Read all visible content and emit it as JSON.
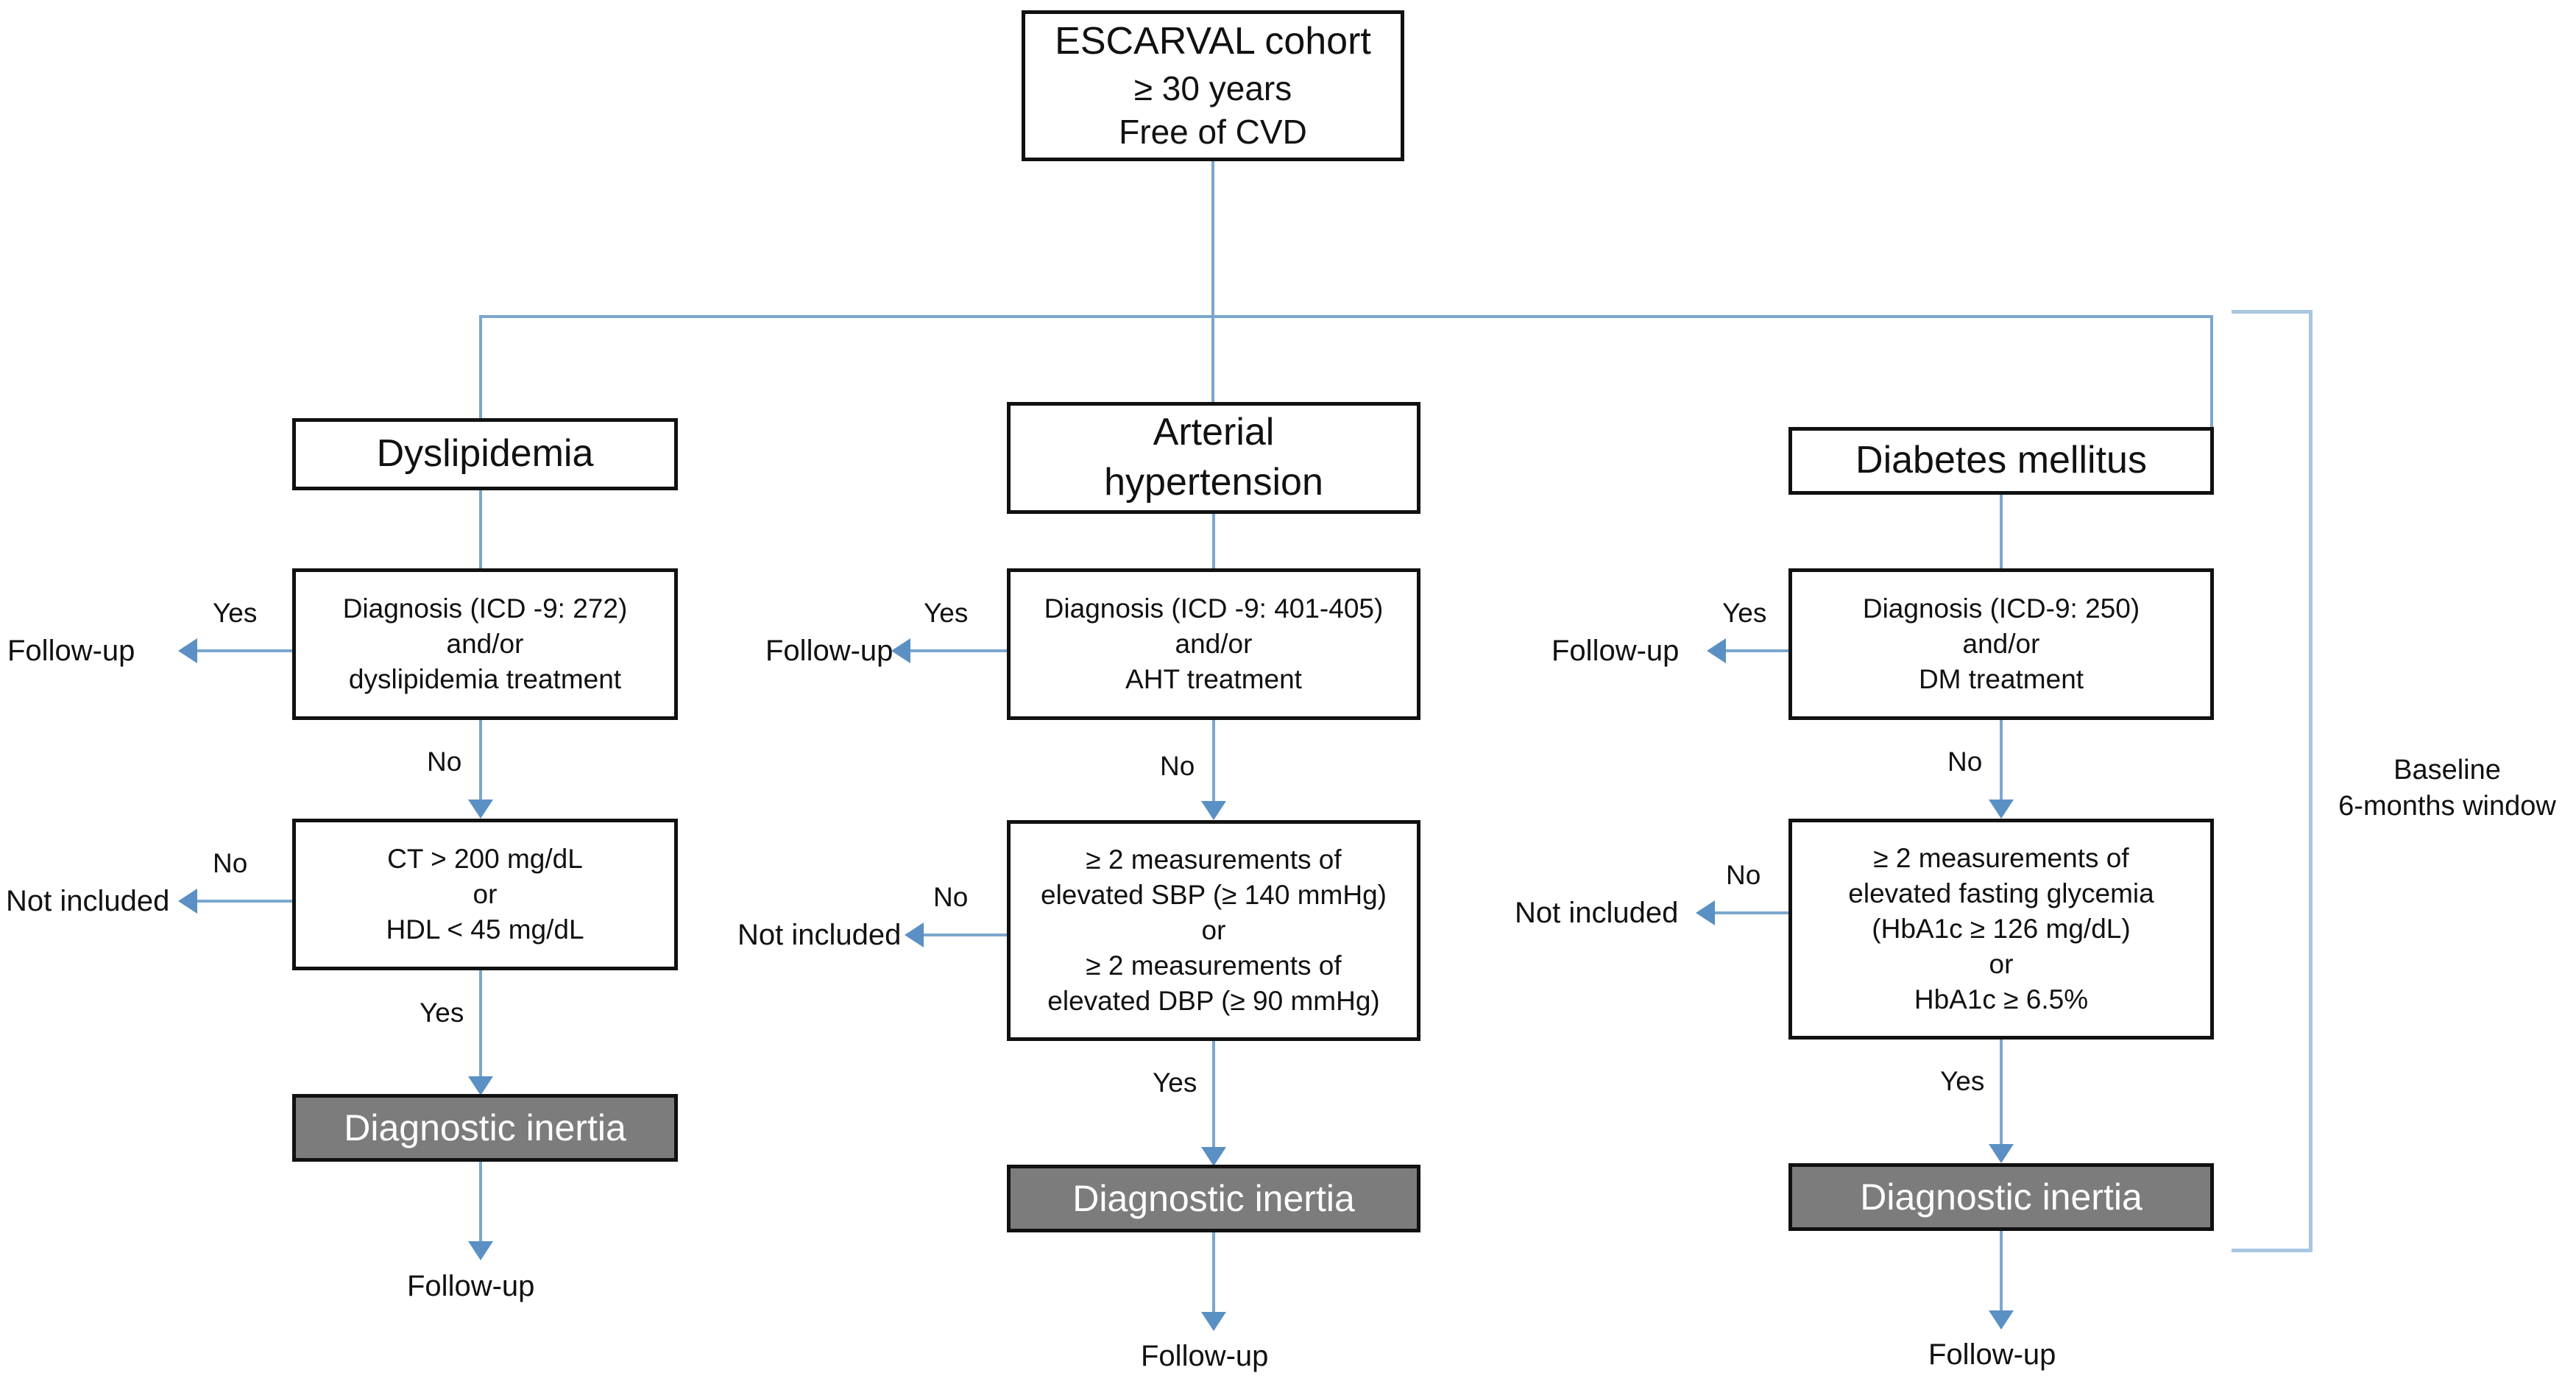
{
  "figure": {
    "type": "flowchart",
    "title": "ESCARVAL cohort diagnostic-inertia algorithm"
  },
  "root": {
    "title": "ESCARVAL cohort",
    "line2": "≥ 30 years",
    "line3": "Free of CVD"
  },
  "columns": [
    {
      "id": "dyslipidemia",
      "title": "Dyslipidemia",
      "diagnosis": {
        "line1": "Diagnosis (ICD -9: 272)",
        "line2": "and/or",
        "line3": "dyslipidemia treatment",
        "yes_label": "Yes",
        "yes_target": "Follow-up",
        "no_label": "No"
      },
      "criteria": {
        "line1": "CT > 200 mg/dL",
        "line2": "or",
        "line3": "HDL < 45 mg/dL",
        "no_label": "No",
        "no_target": "Not included",
        "yes_label": "Yes"
      },
      "outcome": "Diagnostic inertia",
      "outcome_target": "Follow-up"
    },
    {
      "id": "arterial-hypertension",
      "title_line1": "Arterial",
      "title_line2": "hypertension",
      "diagnosis": {
        "line1": "Diagnosis (ICD -9: 401-405)",
        "line2": "and/or",
        "line3": "AHT treatment",
        "yes_label": "Yes",
        "yes_target": "Follow-up",
        "no_label": "No"
      },
      "criteria": {
        "line1": "≥ 2 measurements of",
        "line2": "elevated SBP (≥ 140 mmHg)",
        "line3": "or",
        "line4": "≥ 2 measurements of",
        "line5": "elevated DBP (≥ 90 mmHg)",
        "no_label": "No",
        "no_target": "Not included",
        "yes_label": "Yes"
      },
      "outcome": "Diagnostic inertia",
      "outcome_target": "Follow-up"
    },
    {
      "id": "diabetes-mellitus",
      "title": "Diabetes mellitus",
      "diagnosis": {
        "line1": "Diagnosis (ICD-9: 250)",
        "line2": "and/or",
        "line3": "DM treatment",
        "yes_label": "Yes",
        "yes_target": "Follow-up",
        "no_label": "No"
      },
      "criteria": {
        "line1": "≥ 2 measurements of",
        "line2": "elevated fasting glycemia",
        "line3": "(HbA1c ≥ 126 mg/dL)",
        "line4": "or",
        "line5": "HbA1c ≥ 6.5%",
        "no_label": "No",
        "no_target": "Not included",
        "yes_label": "Yes"
      },
      "outcome": "Diagnostic inertia",
      "outcome_target": "Follow-up"
    }
  ],
  "bracket": {
    "line1": "Baseline",
    "line2": "6-months window"
  },
  "colors": {
    "connector": "#7ba7cd",
    "arrowhead": "#5b90c4",
    "bracket": "#a9c6e0",
    "box_border": "#111111",
    "outcome_fill": "#7c7c7c",
    "outcome_text": "#ffffff",
    "background": "#ffffff"
  }
}
